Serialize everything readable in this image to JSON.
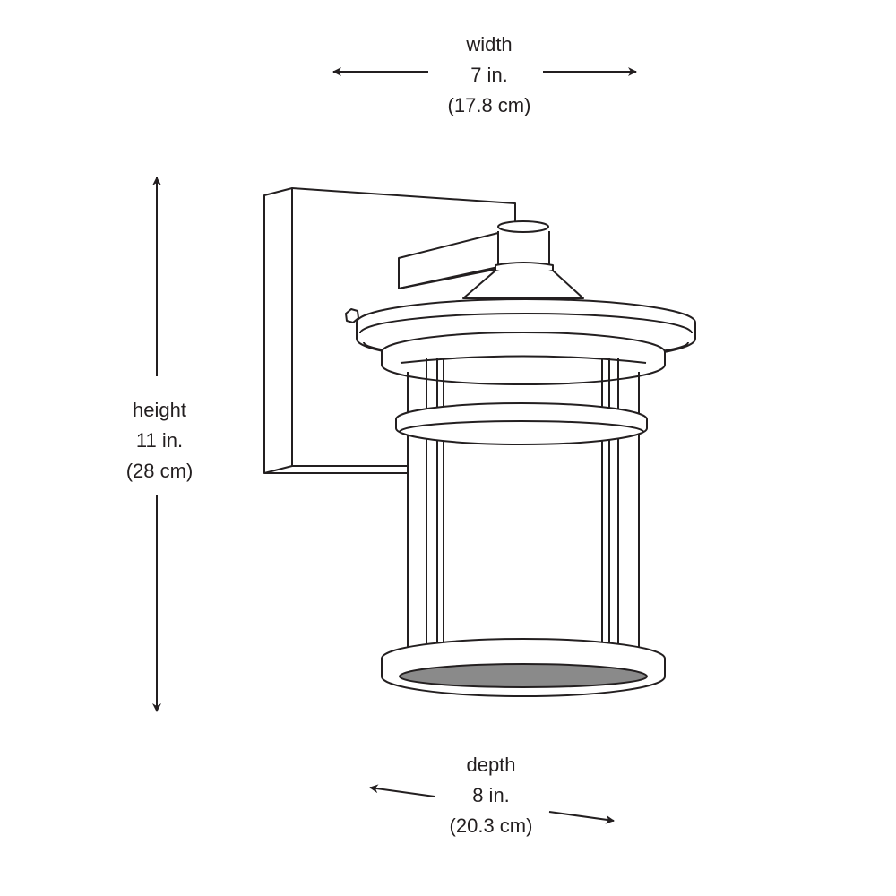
{
  "width": {
    "label": "width",
    "imperial": "7 in.",
    "metric": "(17.8 cm)"
  },
  "height": {
    "label": "height",
    "imperial": "11 in.",
    "metric": "(28 cm)"
  },
  "depth": {
    "label": "depth",
    "imperial": "8 in.",
    "metric": "(20.3 cm)"
  },
  "colors": {
    "line": "#231f20",
    "shade": "#8a8a8a"
  }
}
